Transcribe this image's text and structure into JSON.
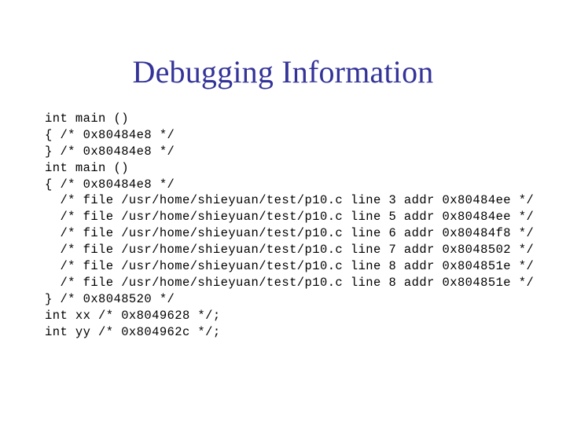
{
  "slide": {
    "title": "Debugging Information",
    "title_color": "#333399",
    "background_color": "#ffffff",
    "code_color": "#000000"
  },
  "code": {
    "lines": [
      "int main ()",
      "{ /* 0x80484e8 */",
      "} /* 0x80484e8 */",
      "int main ()",
      "{ /* 0x80484e8 */",
      "  /* file /usr/home/shieyuan/test/p10.c line 3 addr 0x80484ee */",
      "  /* file /usr/home/shieyuan/test/p10.c line 5 addr 0x80484ee */",
      "  /* file /usr/home/shieyuan/test/p10.c line 6 addr 0x80484f8 */",
      "  /* file /usr/home/shieyuan/test/p10.c line 7 addr 0x8048502 */",
      "  /* file /usr/home/shieyuan/test/p10.c line 8 addr 0x804851e */",
      "  /* file /usr/home/shieyuan/test/p10.c line 8 addr 0x804851e */",
      "} /* 0x8048520 */",
      "int xx /* 0x8049628 */;",
      "int yy /* 0x804962c */;"
    ]
  }
}
